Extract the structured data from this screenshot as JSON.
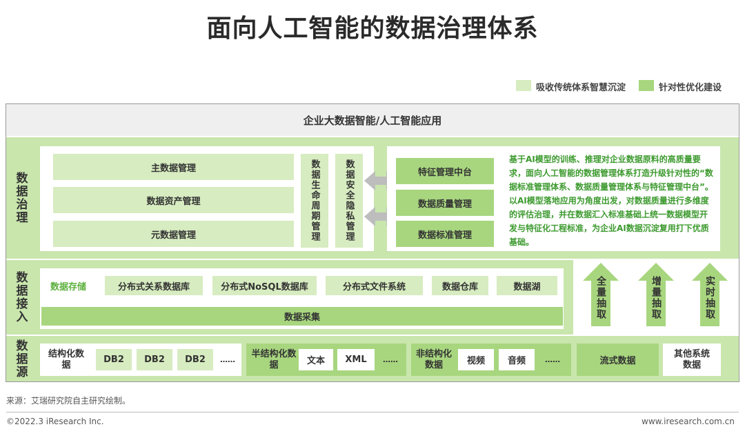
{
  "title": "面向人工智能的数据治理体系",
  "legend": [
    {
      "label": "吸收传统体系智慧沉淀",
      "color": "#d7ecc0"
    },
    {
      "label": "针对性优化建设",
      "color": "#a8d67f"
    }
  ],
  "top_bar": "企业大数据智能/人工智能应用",
  "governance": {
    "side_label": "数据治理",
    "left_boxes": [
      "主数据管理",
      "数据资产管理",
      "元数据管理"
    ],
    "vertical_boxes": [
      "数据生命周期管理",
      "数据安全隐私管理"
    ],
    "right_boxes": [
      "特征管理中台",
      "数据质量管理",
      "数据标准管理"
    ],
    "description": "基于AI模型的训练、推理对企业数据原料的高质量要求，面向人工智能的数据管理体系打造升级针对性的“数据标准管理体系、数据质量管理体系与特征管理中台”。以AI模型落地应用为角度出发，对数据质量进行多维度的评估治理，并在数据汇入标准基础上统一数据模型开发与特征化工程标准，为企业AI数据沉淀复用打下优质基础。"
  },
  "access": {
    "side_label": "数据接入",
    "storage_label": "数据存储",
    "storage_items": [
      "分布式关系数据库",
      "分布式NoSQL数据库",
      "分布式文件系统",
      "数据仓库",
      "数据湖"
    ],
    "collection": "数据采集",
    "arrows": [
      "全量抽取",
      "增量抽取",
      "实时抽取"
    ]
  },
  "source": {
    "side_label": "数据源",
    "structured": {
      "label": "结构化数据",
      "items": [
        "DB2",
        "DB2",
        "DB2"
      ]
    },
    "semi": {
      "label": "半结构化数据",
      "items": [
        "文本",
        "XML"
      ]
    },
    "unstructured": {
      "label": "非结构化数据",
      "items": [
        "视频",
        "音频"
      ]
    },
    "ellipsis": "……",
    "stream": "流式数据",
    "other": "其他系统数据"
  },
  "footer": {
    "source": "来源：艾瑞研究院自主研究绘制。",
    "copyright": "©2022.3 iResearch Inc.",
    "url": "www.iresearch.com.cn"
  }
}
